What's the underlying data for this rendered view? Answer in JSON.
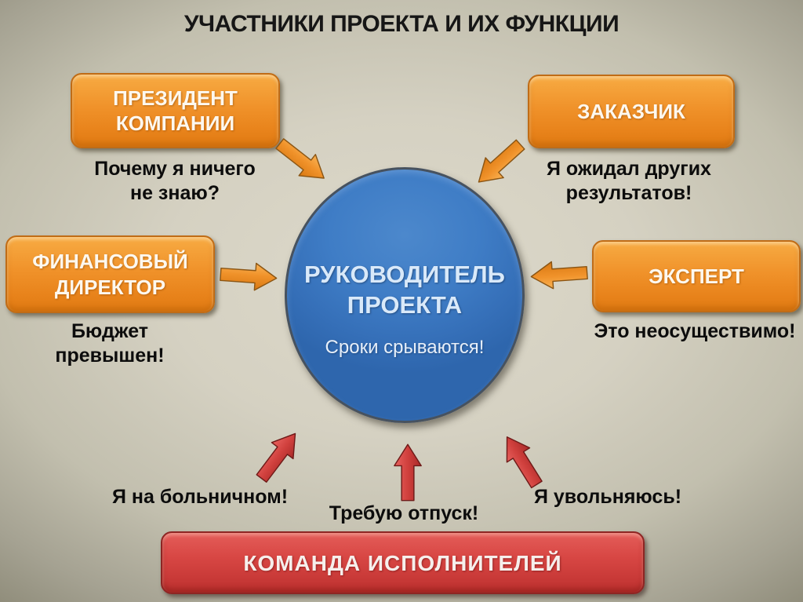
{
  "title": "УЧАСТНИКИ ПРОЕКТА И ИХ ФУНКЦИИ",
  "center": {
    "role": "РУКОВОДИТЕЛЬ ПРОЕКТА",
    "quote": "Сроки срываются!"
  },
  "participants": {
    "president": {
      "label": "ПРЕЗИДЕНТ КОМПАНИИ",
      "quote": "Почему я ничего не знаю?"
    },
    "customer": {
      "label": "ЗАКАЗЧИК",
      "quote": "Я ожидал других результатов!"
    },
    "finance_director": {
      "label": "ФИНАНСОВЫЙ ДИРЕКТОР",
      "quote": "Бюджет превышен!"
    },
    "expert": {
      "label": "ЭКСПЕРТ",
      "quote": "Это неосуществимо!"
    },
    "team": {
      "label": "КОМАНДА ИСПОЛНИТЕЛЕЙ",
      "quote_left": "Я на больничном!",
      "quote_center": "Требую отпуск!",
      "quote_right": "Я увольняюсь!"
    }
  },
  "colors": {
    "background_center": "#ddd9ca",
    "background_edge": "#918e7c",
    "participant_box_orange": "#f0922a",
    "team_box_red": "#d84744",
    "manager_circle_blue": "#3f7dc6",
    "arrow_orange": "#f0922a",
    "arrow_red": "#d0403d",
    "title_text": "#161616",
    "box_label_text": "#fdf8ef",
    "quote_text": "#0c0c0c"
  }
}
